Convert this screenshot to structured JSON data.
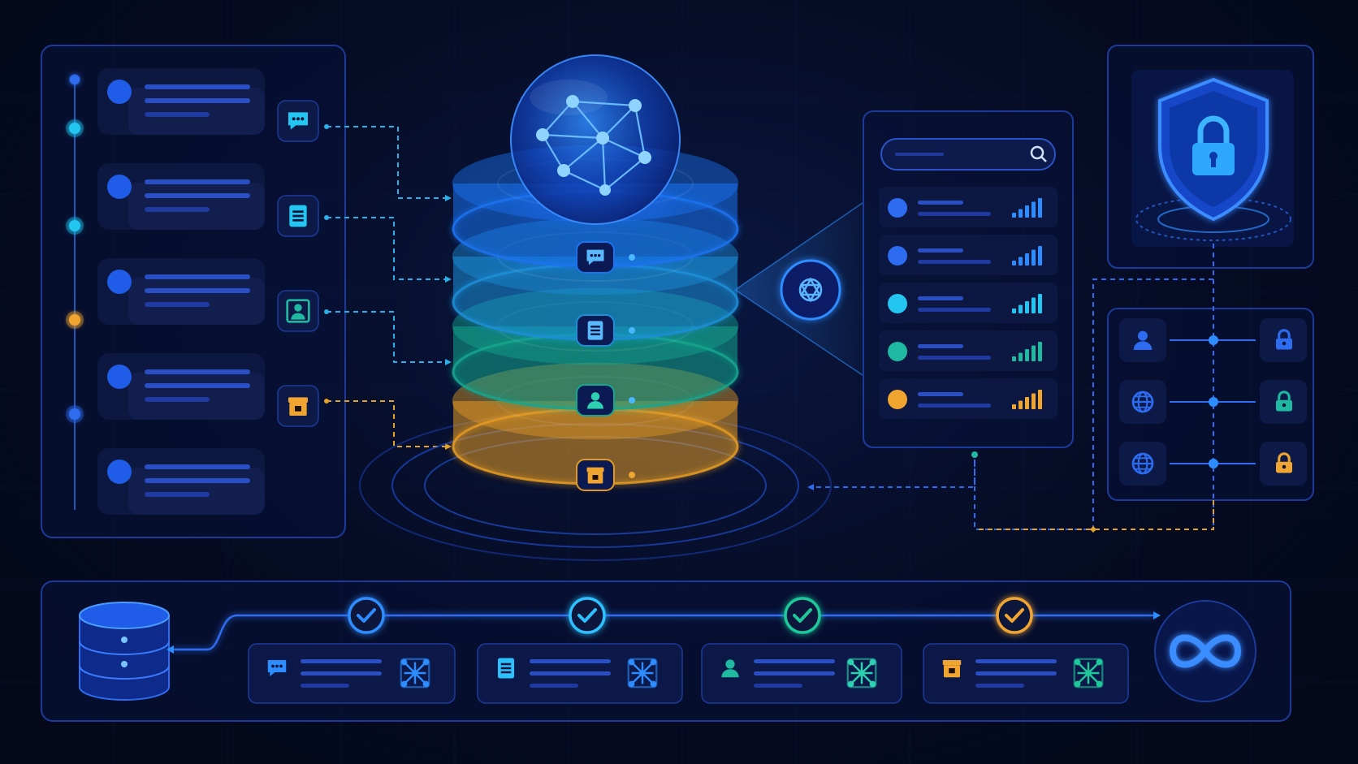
{
  "colors": {
    "background": "#050b22",
    "panel_stroke": "#1c3a9a",
    "accent_blue": "#2d6cf0",
    "accent_cyan": "#22c6f0",
    "accent_teal": "#1fb8a0",
    "accent_amber": "#f0a531"
  },
  "left_panel": {
    "items": [
      {
        "node_color": "#2d6cf0",
        "icon": "chat-icon",
        "icon_color": "#22c6f0"
      },
      {
        "node_color": "#22c6f0",
        "icon": "document-icon",
        "icon_color": "#22c6f0"
      },
      {
        "node_color": "#22c6f0",
        "icon": "user-icon",
        "icon_color": "#1fb8a0"
      },
      {
        "node_color": "#f0a531",
        "icon": "archive-icon",
        "icon_color": "#f0a531"
      },
      {
        "node_color": "#2d6cf0",
        "icon": "",
        "icon_color": ""
      }
    ]
  },
  "center_stack": {
    "top_icon": "network-globe-icon",
    "layers": [
      {
        "icon": "chat-icon",
        "color": "#1a73f0"
      },
      {
        "icon": "document-icon",
        "color": "#1b8fd8"
      },
      {
        "icon": "user-icon",
        "color": "#14a68e"
      },
      {
        "icon": "archive-icon",
        "color": "#e39a24"
      }
    ],
    "connector_icon": "network-hub-icon"
  },
  "search_panel": {
    "search_icon": "search-icon",
    "rows": [
      {
        "dot_color": "#2d6cf0",
        "signal": 4,
        "signal_color": "#2d8cff"
      },
      {
        "dot_color": "#2d6cf0",
        "signal": 4,
        "signal_color": "#2d8cff"
      },
      {
        "dot_color": "#22c6f0",
        "signal": 4,
        "signal_color": "#22c6f0"
      },
      {
        "dot_color": "#1fb8a0",
        "signal": 4,
        "signal_color": "#1fb8a0"
      },
      {
        "dot_color": "#f0a531",
        "signal": 4,
        "signal_color": "#f0a531"
      }
    ]
  },
  "security_panel": {
    "shield_icon": "shield-lock-icon",
    "access_rows": [
      {
        "left_icon": "user-icon",
        "lock_color": "#2d6cf0"
      },
      {
        "left_icon": "globe-icon",
        "lock_color": "#1fb8a0"
      },
      {
        "left_icon": "globe-icon",
        "lock_color": "#f0a531"
      }
    ]
  },
  "pipeline": {
    "source_icon": "database-icon",
    "end_icon": "infinity-icon",
    "steps": [
      {
        "check_color": "#2d8cff",
        "icon": "chat-icon",
        "icon_color": "#2d8cff"
      },
      {
        "check_color": "#2dc0ff",
        "icon": "document-icon",
        "icon_color": "#2dc0ff"
      },
      {
        "check_color": "#1fc89a",
        "icon": "user-icon",
        "icon_color": "#1fb8a0"
      },
      {
        "check_color": "#f0a531",
        "icon": "archive-icon",
        "icon_color": "#f0a531"
      }
    ]
  }
}
